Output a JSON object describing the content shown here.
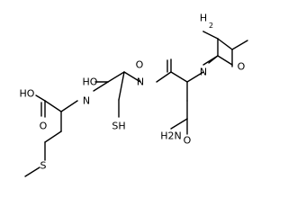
{
  "atom_labels": {
    "amine_top": "H",
    "amine_top_sub": "2",
    "amine_top_n": "N",
    "val_carbonyl_o": "O",
    "nh_val": "N",
    "nh_val_h": "H",
    "gln_carbonyl_o": "O",
    "nh_gln": "N",
    "nh_gln_h": "H",
    "cys_carbonyl_o": "HO",
    "nh_cys": "N",
    "nh_cys_h": "H",
    "acid_o_h": "HO",
    "acid_o": "O",
    "thiol": "SH",
    "amide_nh2": "H2N",
    "amide_o": "O",
    "thioether_s": "S"
  },
  "colors": {
    "ink": "#000000",
    "background": "#ffffff"
  }
}
